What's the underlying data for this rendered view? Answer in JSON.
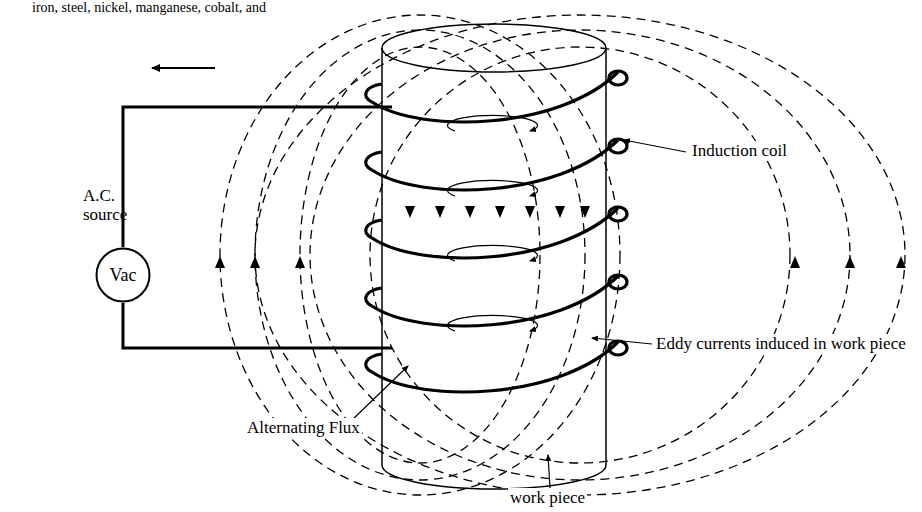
{
  "diagram": {
    "nodes": [
      {
        "text": [
          "A.C. source",
          "Vac"
        ]
      }
    ],
    "labels": [
      "iron, steel, nickel, manganese, cobalt, and",
      "Induction coil",
      "Eddy currents induced in work piece",
      "Alternating Flux",
      "work piece"
    ]
  }
}
